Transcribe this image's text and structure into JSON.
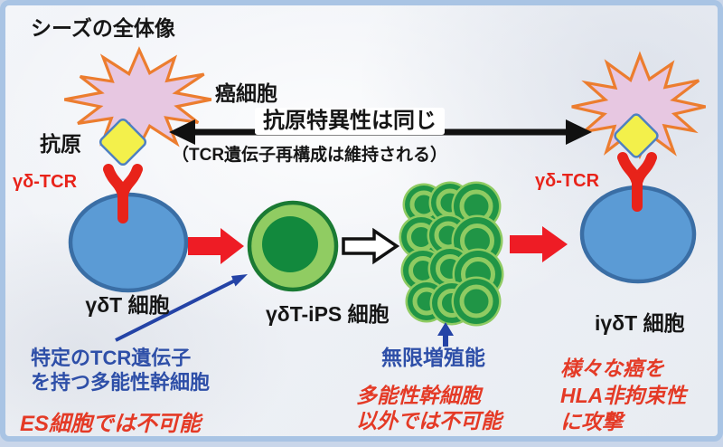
{
  "title": "シーズの全体像",
  "labels": {
    "cancer_cell": "癌細胞",
    "antigen": "抗原",
    "tcr_left": "γδ-TCR",
    "tcr_right": "γδ-TCR",
    "gdt_cell": "γδT 細胞",
    "ips_cell": "γδT-iPS 細胞",
    "igdt_cell": "iγδT 細胞"
  },
  "center_note": {
    "main": "抗原特異性は同じ",
    "sub": "（TCR遺伝子再構成は維持される）"
  },
  "annotations": {
    "stem_line1": "特定のTCR遺伝子",
    "stem_line2": "を持つ多能性幹細胞",
    "es_note": "ES細胞では不可能",
    "proliferation": "無限増殖能",
    "pluripotent_line1": "多能性幹細胞",
    "pluripotent_line2": "以外では不可能",
    "attack_line1": "様々な癌を",
    "attack_line2": "HLA非拘束性",
    "attack_line3": "に攻撃"
  },
  "colors": {
    "frame_border": "#a9c4e4",
    "red_accent": "#e8231a",
    "red_arrow": "#ee1c25",
    "blue_annotation": "#2e4fa8",
    "red_annotation": "#e43a26",
    "cell_blue_fill": "#5b9bd5",
    "cell_blue_stroke": "#3a6ea5",
    "green_light": "#90cc62",
    "green_dark": "#12893d",
    "starburst_pink": "#e7c7e1",
    "starburst_orange": "#ec7d2f",
    "antigen_yellow": "#f3f04b"
  }
}
